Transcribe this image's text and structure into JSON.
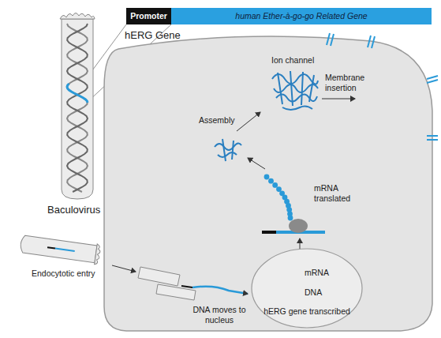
{
  "diagram": {
    "nodes": [
      {
        "text": [
          "Promoter"
        ]
      },
      {
        "text": [
          "human Ether-à-go-go Related Gene"
        ]
      },
      {
        "text": [
          "hERG gene transcribed"
        ]
      }
    ],
    "labels": [
      "hERG Gene",
      "Baculovirus",
      "Ion channel",
      "Membrane insertion",
      "Assembly",
      "mRNA translated",
      "mRNA",
      "DNA",
      "Endocytotic entry",
      "DNA moves to nucleus"
    ]
  }
}
